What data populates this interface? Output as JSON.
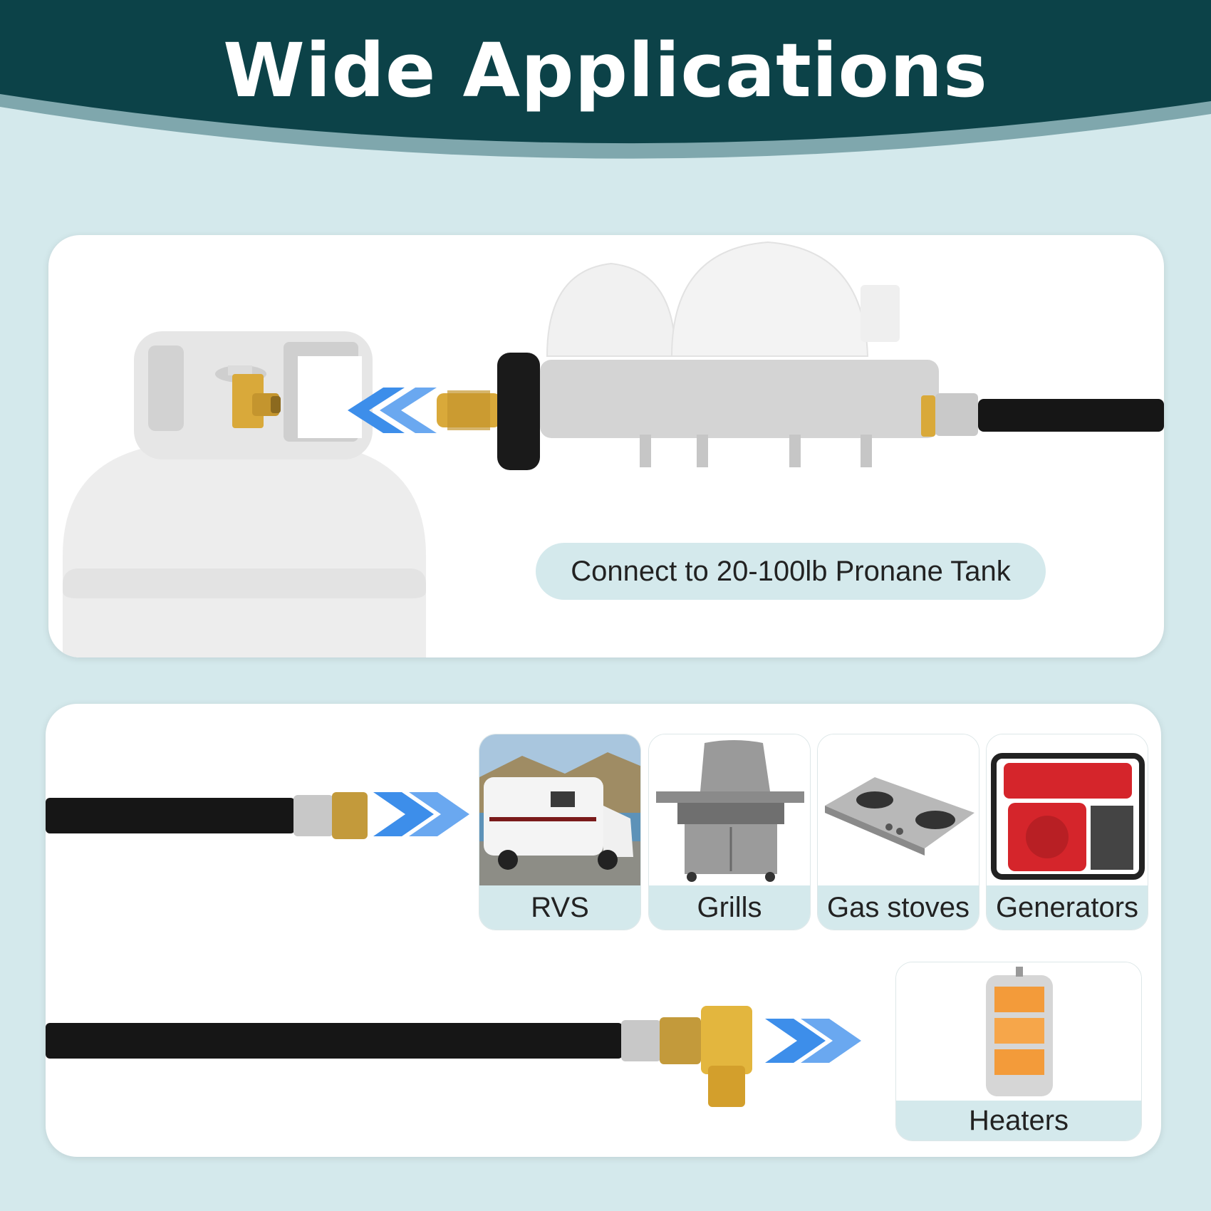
{
  "header": {
    "title": "Wide Applications",
    "colors": {
      "band": "#0c4248",
      "wave_accent": "#7fa7ad",
      "background": "#d4e9ec"
    }
  },
  "top_panel": {
    "tank_label": "Connect to 20-100lb Pronane Tank",
    "icons": [
      "propane-tank-icon",
      "double-arrow-left-icon",
      "dual-stage-regulator-icon",
      "hose-icon"
    ]
  },
  "bottom_panel": {
    "applications": [
      {
        "label": "RVS",
        "icon": "rv-icon"
      },
      {
        "label": "Grills",
        "icon": "grill-icon"
      },
      {
        "label": "Gas stoves",
        "icon": "gas-stove-icon"
      },
      {
        "label": "Generators",
        "icon": "generator-icon"
      },
      {
        "label": "Heaters",
        "icon": "heater-icon"
      }
    ],
    "icons": [
      "hose-icon",
      "double-arrow-right-icon",
      "elbow-fitting-icon"
    ]
  },
  "colors": {
    "arrow_blue": "#3d8eea",
    "brass": "#d9a93a",
    "hose_black": "#161616"
  }
}
